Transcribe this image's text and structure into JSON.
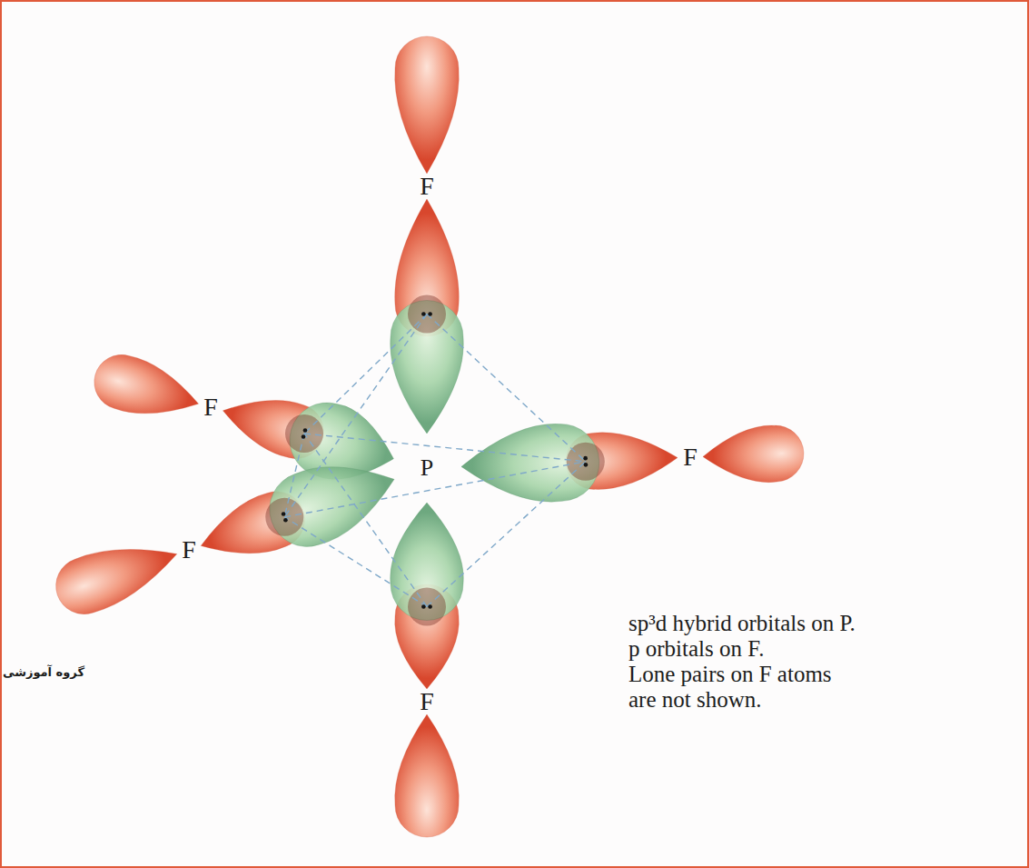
{
  "diagram": {
    "labels": [
      "F",
      "F",
      "F",
      "F",
      "F",
      "P",
      "sp³d hybrid orbitals on P.",
      "p orbitals on F.",
      "Lone pairs on F atoms are not shown.",
      "گروه آموزشی"
    ]
  }
}
